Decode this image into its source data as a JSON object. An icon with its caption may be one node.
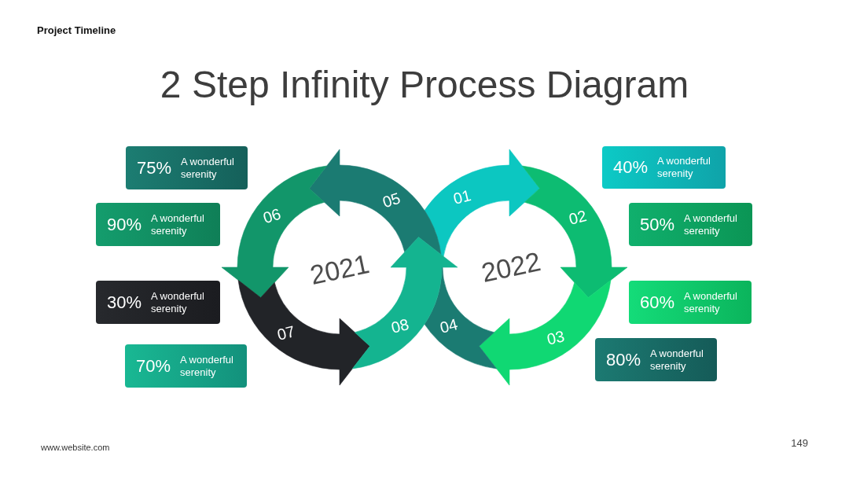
{
  "diagram": {
    "title": "2 Step Infinity Process Diagram",
    "nodes": [
      {
        "text": [
          "75%",
          "A wonderful serenity"
        ]
      },
      {
        "text": [
          "90%",
          "A wonderful serenity"
        ]
      },
      {
        "text": [
          "30%",
          "A wonderful serenity"
        ]
      },
      {
        "text": [
          "70%",
          "A wonderful serenity"
        ]
      },
      {
        "text": [
          "01"
        ]
      },
      {
        "text": [
          "02"
        ]
      },
      {
        "text": [
          "03"
        ]
      },
      {
        "text": [
          "04"
        ]
      },
      {
        "text": [
          "05"
        ]
      },
      {
        "text": [
          "06"
        ]
      },
      {
        "text": [
          "07"
        ]
      },
      {
        "text": [
          "08"
        ]
      },
      {
        "text": [
          "40%",
          "A wonderful serenity"
        ]
      },
      {
        "text": [
          "50%",
          "A wonderful serenity"
        ]
      },
      {
        "text": [
          "60%",
          "A wonderful serenity"
        ]
      },
      {
        "text": [
          "80%",
          "A wonderful serenity"
        ]
      }
    ],
    "labels": [
      "Project Timeline",
      "2021",
      "2022",
      "www.website.com",
      "149"
    ]
  }
}
